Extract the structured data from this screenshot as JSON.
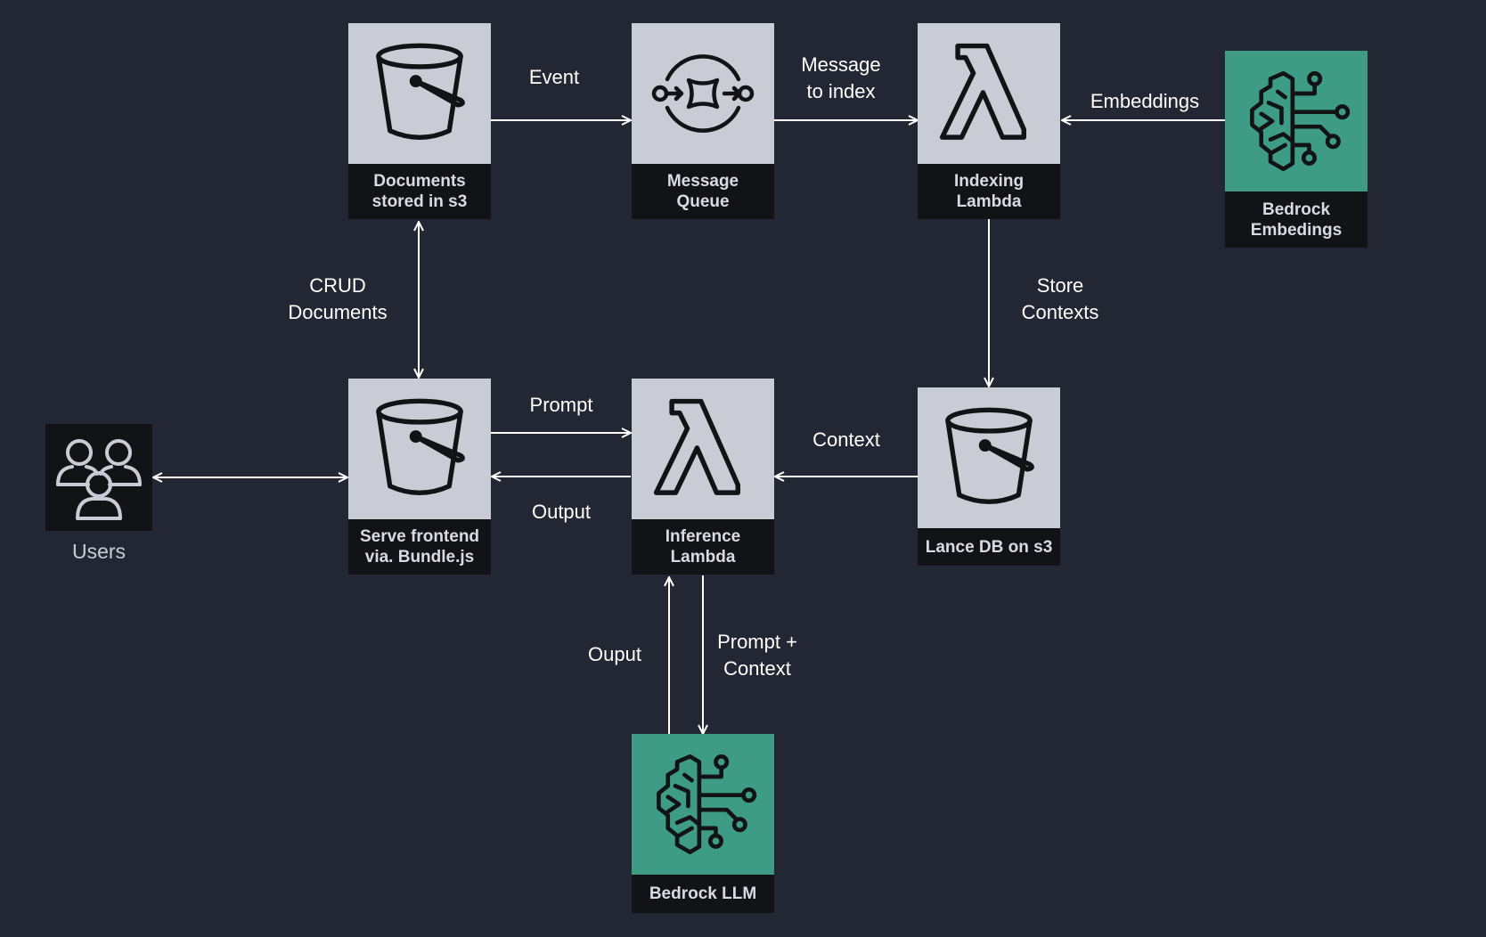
{
  "nodes": {
    "docs_s3": {
      "label": "Documents\nstored in s3",
      "icon": "bucket-icon"
    },
    "message_queue": {
      "label": "Message\nQueue",
      "icon": "queue-icon"
    },
    "indexing_lambda": {
      "label": "Indexing\nLambda",
      "icon": "lambda-icon"
    },
    "bedrock_embeddings": {
      "label": "Bedrock\nEmbedings",
      "icon": "brain-icon"
    },
    "frontend": {
      "label": "Serve frontend\nvia. Bundle.js",
      "icon": "bucket-icon"
    },
    "inference_lambda": {
      "label": "Inference\nLambda",
      "icon": "lambda-icon"
    },
    "lance_db": {
      "label": "Lance DB on s3",
      "icon": "bucket-icon"
    },
    "bedrock_llm": {
      "label": "Bedrock LLM",
      "icon": "brain-icon"
    },
    "users": {
      "label": "Users",
      "icon": "users-icon"
    }
  },
  "edges": {
    "event": "Event",
    "message_to_index": "Message\nto index",
    "embeddings": "Embeddings",
    "crud_documents": "CRUD\nDocuments",
    "store_contexts": "Store\nContexts",
    "prompt": "Prompt",
    "output": "Output",
    "context": "Context",
    "ouput": "Ouput",
    "prompt_context": "Prompt +\nContext"
  },
  "colors": {
    "background": "#232733",
    "tile": "#c9ccd4",
    "ai_tile": "#3f9c84",
    "caption_bg": "#121316",
    "arrow": "#ffffff"
  }
}
